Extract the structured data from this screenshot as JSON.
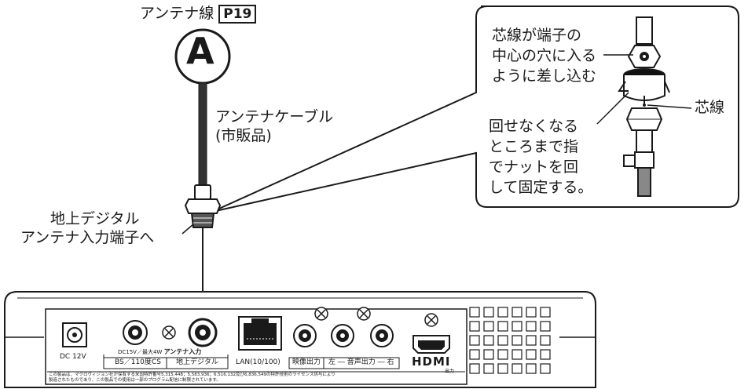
{
  "antenna": {
    "line_label": "アンテナ線",
    "ref": "P19",
    "marker": "A"
  },
  "cable": {
    "label_line1": "アンテナケーブル",
    "label_line2": "(市販品)"
  },
  "terminal": {
    "label_line1": "地上デジタル",
    "label_line2": "アンテナ入力端子へ"
  },
  "callout": {
    "core_text": [
      "芯線が端子の",
      "中心の穴に入る",
      "ように差し込む"
    ],
    "turn_text": [
      "回せなくなる",
      "ところまで指",
      "でナットを回",
      "して固定する。"
    ],
    "core_label": "芯線"
  },
  "panel": {
    "dc_label": "DC 12V",
    "antenna_spec": "DC15V／最大4W",
    "antenna_title": "アンテナ入力",
    "bs_label": "BS／110度CS",
    "terrestrial_label": "地上デジタル",
    "lan_label": "LAN(10/100)",
    "video_out": "映像出力",
    "audio_out": "左 ― 音声出力 ― 右",
    "hdmi_logo": "HDMI",
    "hdmi_sub": "出力",
    "legal_line1": "この製品は、マクロヴィジョン社が保有する米国特許番号5,315,448；5,583,936；6,516,132及び6,836,549の特許技術のライセンス供与により",
    "legal_line2": "製造されたものであり、この製品での使用は一部のプログラム配信に制限されています。"
  }
}
